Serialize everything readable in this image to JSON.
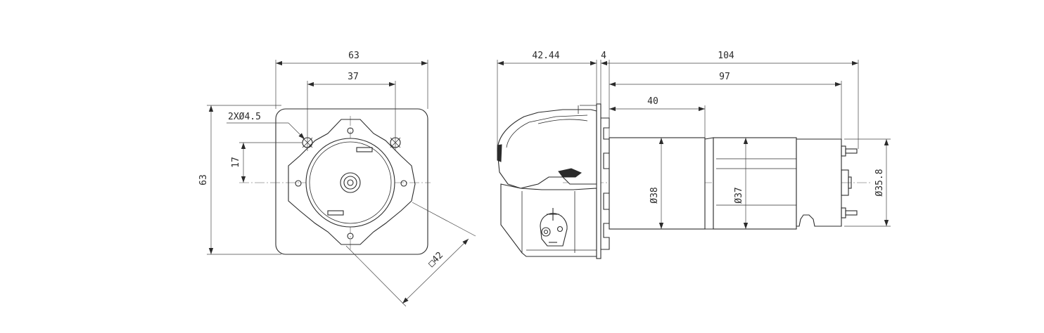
{
  "front_view": {
    "dim_overall_width": "63",
    "dim_hole_spacing": "37",
    "dim_overall_height": "63",
    "dim_offset": "17",
    "hole_callout": "2XØ4.5",
    "square_callout": "□42"
  },
  "side_view": {
    "dim_head_length": "42.44",
    "dim_flange": "4",
    "dim_total_motor": "104",
    "dim_motor_body": "97",
    "dim_gearbox": "40",
    "dia_gearbox": "Ø38",
    "dia_motor": "Ø37",
    "dia_endcap": "Ø35.8"
  }
}
